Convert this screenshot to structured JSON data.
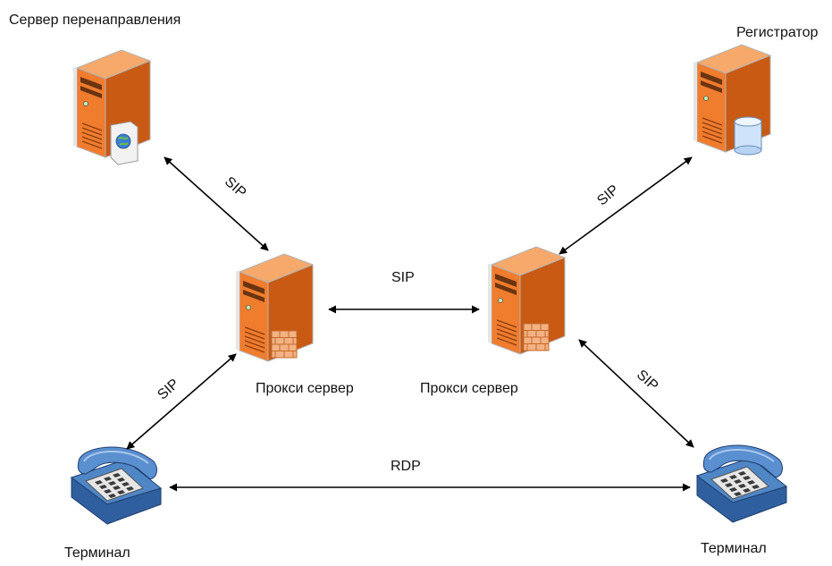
{
  "nodes": {
    "redirect_server": {
      "label": "Сервер перенаправления"
    },
    "registrar": {
      "label": "Регистратор"
    },
    "proxy_left": {
      "label": "Прокси сервер"
    },
    "proxy_right": {
      "label": "Прокси сервер"
    },
    "terminal_left": {
      "label": "Терминал"
    },
    "terminal_right": {
      "label": "Терминал"
    }
  },
  "edges": {
    "redirect_to_proxy": {
      "label": "SIP"
    },
    "registrar_to_proxy": {
      "label": "SIP"
    },
    "proxy_to_proxy": {
      "label": "SIP"
    },
    "terminal_to_proxy_left": {
      "label": "SIP"
    },
    "proxy_to_terminal_right": {
      "label": "SIP"
    },
    "terminal_to_terminal": {
      "label": "RDP"
    }
  },
  "colors": {
    "server_front": "#f07c2e",
    "server_side": "#c85a14",
    "server_top": "#f6a96a",
    "server_frame": "#d9d9d9",
    "arrow": "#000000",
    "phone_body": "#3b6fb0",
    "phone_keypad": "#e6e6e6"
  }
}
